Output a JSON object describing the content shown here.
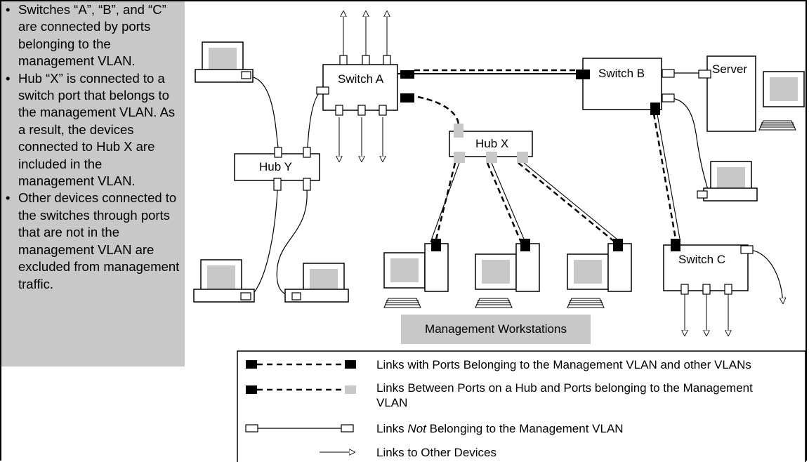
{
  "notes": [
    "Switches “A”, “B”, and “C” are connected by ports belonging to the management VLAN.",
    "Hub “X” is connected to a switch port that belongs to the management VLAN. As a result, the devices connected to Hub X are included in the management VLAN.",
    "Other devices connected to the switches through ports that are not in the management VLAN are excluded from management traffic."
  ],
  "devices": {
    "switch_a": "Switch A",
    "switch_b": "Switch B",
    "switch_c": "Switch C",
    "hub_x": "Hub X",
    "hub_y": "Hub Y",
    "server": "Server"
  },
  "workstations_label": "Management Workstations",
  "legend": {
    "mgmt_and_other": "Links with Ports Belonging to the Management VLAN and other VLANs",
    "hub_mgmt_line1": "Links Between Ports on a Hub and Ports belonging to the Management",
    "hub_mgmt_line2": "VLAN",
    "not_prefix": "Links ",
    "not_italic": "Not",
    "not_suffix": " Belonging to the Management VLAN",
    "other_devices": "Links to Other Devices"
  },
  "colors": {
    "notes_bg": "#c8c8c8",
    "mgmt_port": "#000000",
    "hub_port": "#c8c8c8",
    "label_bg": "#c8c8c8"
  }
}
